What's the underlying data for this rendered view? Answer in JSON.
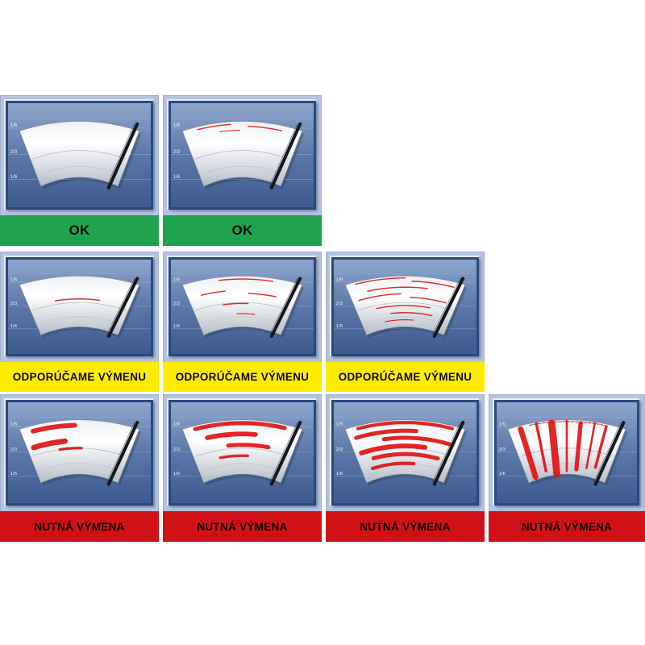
{
  "scale_labels": [
    "1/6",
    "2/3",
    "1/6"
  ],
  "colors": {
    "page_bg": "#ffffff",
    "cell_bg": "#b6c2de",
    "panel_blue_top": "#8ea6cd",
    "panel_blue_mid": "#5b77a8",
    "panel_blue_bottom": "#3e5b8e",
    "streak_red": "#e01313",
    "blade_black": "#14171c",
    "ok_green": "#1ea24c",
    "warn_yellow": "#ffeb00",
    "alert_red": "#d01217"
  },
  "banners": {
    "ok": {
      "label": "OK",
      "bg": "#1ea24c",
      "fg": "#0d0d0d"
    },
    "recommend": {
      "label": "ODPORÚČAME VÝMENU",
      "bg": "#ffeb00",
      "fg": "#0d0d0d"
    },
    "replace": {
      "label": "NUTNÁ VÝMENA",
      "bg": "#d01217",
      "fg": "#140000"
    }
  },
  "rows": [
    {
      "banner": "ok",
      "cells": [
        {
          "name": "wiper-new-clean",
          "streaks": []
        },
        {
          "name": "wiper-first-light-marks",
          "streaks": [
            {
              "type": "arc",
              "v": 0.05,
              "t1": 0.12,
              "t2": 0.4,
              "w": 1.6
            },
            {
              "type": "arc",
              "v": 0.09,
              "t1": 0.55,
              "t2": 0.84,
              "w": 1.6
            },
            {
              "type": "arc",
              "v": 0.16,
              "t1": 0.3,
              "t2": 0.48,
              "w": 1.2
            }
          ]
        }
      ]
    },
    {
      "banner": "recommend",
      "cells": [
        {
          "name": "wiper-single-streak",
          "streaks": [
            {
              "type": "arc",
              "v": 0.45,
              "t1": 0.26,
              "t2": 0.7,
              "w": 1.8
            }
          ]
        },
        {
          "name": "wiper-several-streaks",
          "streaks": [
            {
              "type": "arc",
              "v": 0.06,
              "t1": 0.3,
              "t2": 0.76,
              "w": 1.8
            },
            {
              "type": "arc",
              "v": 0.28,
              "t1": 0.12,
              "t2": 0.34,
              "w": 1.8
            },
            {
              "type": "arc",
              "v": 0.34,
              "t1": 0.56,
              "t2": 0.82,
              "w": 1.8
            },
            {
              "type": "arc",
              "v": 0.54,
              "t1": 0.3,
              "t2": 0.56,
              "w": 1.8
            },
            {
              "type": "arc",
              "v": 0.74,
              "t1": 0.44,
              "t2": 0.64,
              "w": 1.5
            }
          ]
        },
        {
          "name": "wiper-many-streaks",
          "streaks": [
            {
              "type": "arc",
              "v": 0.04,
              "t1": 0.08,
              "t2": 0.5,
              "w": 1.8
            },
            {
              "type": "arc",
              "v": 0.1,
              "t1": 0.56,
              "t2": 0.92,
              "w": 1.8
            },
            {
              "type": "arc",
              "v": 0.22,
              "t1": 0.16,
              "t2": 0.7,
              "w": 1.8
            },
            {
              "type": "arc",
              "v": 0.35,
              "t1": 0.06,
              "t2": 0.46,
              "w": 1.8
            },
            {
              "type": "arc",
              "v": 0.42,
              "t1": 0.55,
              "t2": 0.9,
              "w": 1.8
            },
            {
              "type": "arc",
              "v": 0.58,
              "t1": 0.2,
              "t2": 0.76,
              "w": 1.8
            },
            {
              "type": "arc",
              "v": 0.72,
              "t1": 0.34,
              "t2": 0.8,
              "w": 1.8
            },
            {
              "type": "arc",
              "v": 0.86,
              "t1": 0.26,
              "t2": 0.6,
              "w": 1.5
            }
          ]
        }
      ]
    },
    {
      "banner": "replace",
      "cells": [
        {
          "name": "wiper-heavy-smear-1",
          "streaks": [
            {
              "type": "arc",
              "v": 0.1,
              "t1": 0.1,
              "t2": 0.46,
              "w": 7
            },
            {
              "type": "arc",
              "v": 0.38,
              "t1": 0.06,
              "t2": 0.36,
              "w": 8
            },
            {
              "type": "arc",
              "v": 0.52,
              "t1": 0.3,
              "t2": 0.52,
              "w": 4
            }
          ]
        },
        {
          "name": "wiper-heavy-smear-2",
          "streaks": [
            {
              "type": "arc",
              "v": 0.06,
              "t1": 0.1,
              "t2": 0.86,
              "w": 6
            },
            {
              "type": "arc",
              "v": 0.26,
              "t1": 0.18,
              "t2": 0.62,
              "w": 7
            },
            {
              "type": "arc",
              "v": 0.46,
              "t1": 0.36,
              "t2": 0.76,
              "w": 6
            },
            {
              "type": "arc",
              "v": 0.66,
              "t1": 0.26,
              "t2": 0.56,
              "w": 4
            }
          ]
        },
        {
          "name": "wiper-heavy-smear-3",
          "streaks": [
            {
              "type": "arc",
              "v": 0.05,
              "t1": 0.1,
              "t2": 0.9,
              "w": 5
            },
            {
              "type": "arc",
              "v": 0.2,
              "t1": 0.06,
              "t2": 0.6,
              "w": 6
            },
            {
              "type": "arc",
              "v": 0.33,
              "t1": 0.3,
              "t2": 0.92,
              "w": 6
            },
            {
              "type": "arc",
              "v": 0.48,
              "t1": 0.06,
              "t2": 0.7,
              "w": 7
            },
            {
              "type": "arc",
              "v": 0.63,
              "t1": 0.16,
              "t2": 0.85,
              "w": 6
            },
            {
              "type": "arc",
              "v": 0.8,
              "t1": 0.12,
              "t2": 0.6,
              "w": 5
            }
          ]
        },
        {
          "name": "wiper-vertical-smear",
          "streaks": [
            {
              "type": "arc",
              "v": 0.03,
              "t1": 0.18,
              "t2": 0.85,
              "w": 1.2,
              "dash": true
            },
            {
              "type": "vert",
              "u": 0.1,
              "v1": 0.06,
              "v2": 0.95,
              "w": 8
            },
            {
              "type": "vert",
              "u": 0.24,
              "v1": 0.02,
              "v2": 0.9,
              "w": 4
            },
            {
              "type": "vert",
              "u": 0.37,
              "v1": 0.05,
              "v2": 0.98,
              "w": 10
            },
            {
              "type": "vert",
              "u": 0.5,
              "v1": 0.02,
              "v2": 0.94,
              "w": 3
            },
            {
              "type": "vert",
              "u": 0.62,
              "v1": 0.05,
              "v2": 0.9,
              "w": 6
            },
            {
              "type": "vert",
              "u": 0.74,
              "v1": 0.02,
              "v2": 0.85,
              "w": 3
            },
            {
              "type": "vert",
              "u": 0.84,
              "v1": 0.05,
              "v2": 0.8,
              "w": 4
            }
          ]
        }
      ]
    }
  ]
}
